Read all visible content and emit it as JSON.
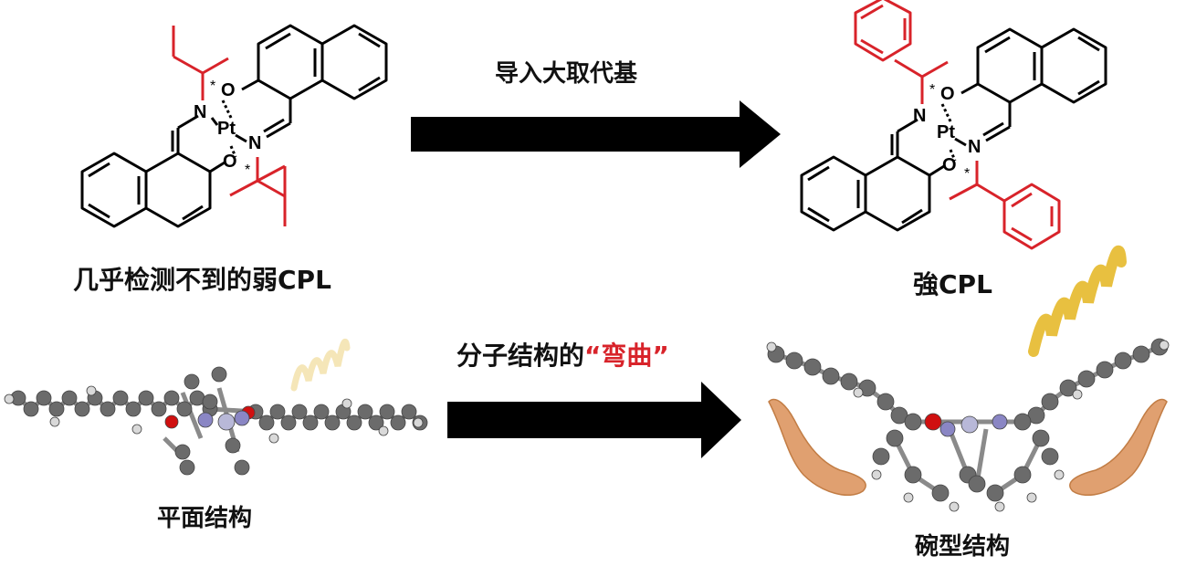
{
  "top": {
    "arrow_caption": "导入大取代基",
    "left_caption": "几乎检测不到的弱CPL",
    "right_caption": "強CPL"
  },
  "bottom": {
    "arrow_caption_prefix": "分子结构的",
    "arrow_caption_highlight": "“弯曲”",
    "left_caption": "平面结构",
    "right_caption": "碗型结构"
  },
  "atoms": {
    "N": "N",
    "O": "O",
    "Pt": "Pt",
    "star": "*"
  },
  "colors": {
    "substituent": "#d8232a",
    "arrow": "#000000",
    "highlight": "#d8232a",
    "carbon": "#6b6b6b",
    "hydrogen": "#d9d9d9",
    "oxygen": "#d01010",
    "nitrogen": "#8a86c4",
    "platinum": "#b8b8d8",
    "helix_light": "#f5e6b8",
    "helix_strong": "#e8c040",
    "hand": "#e0a070"
  }
}
